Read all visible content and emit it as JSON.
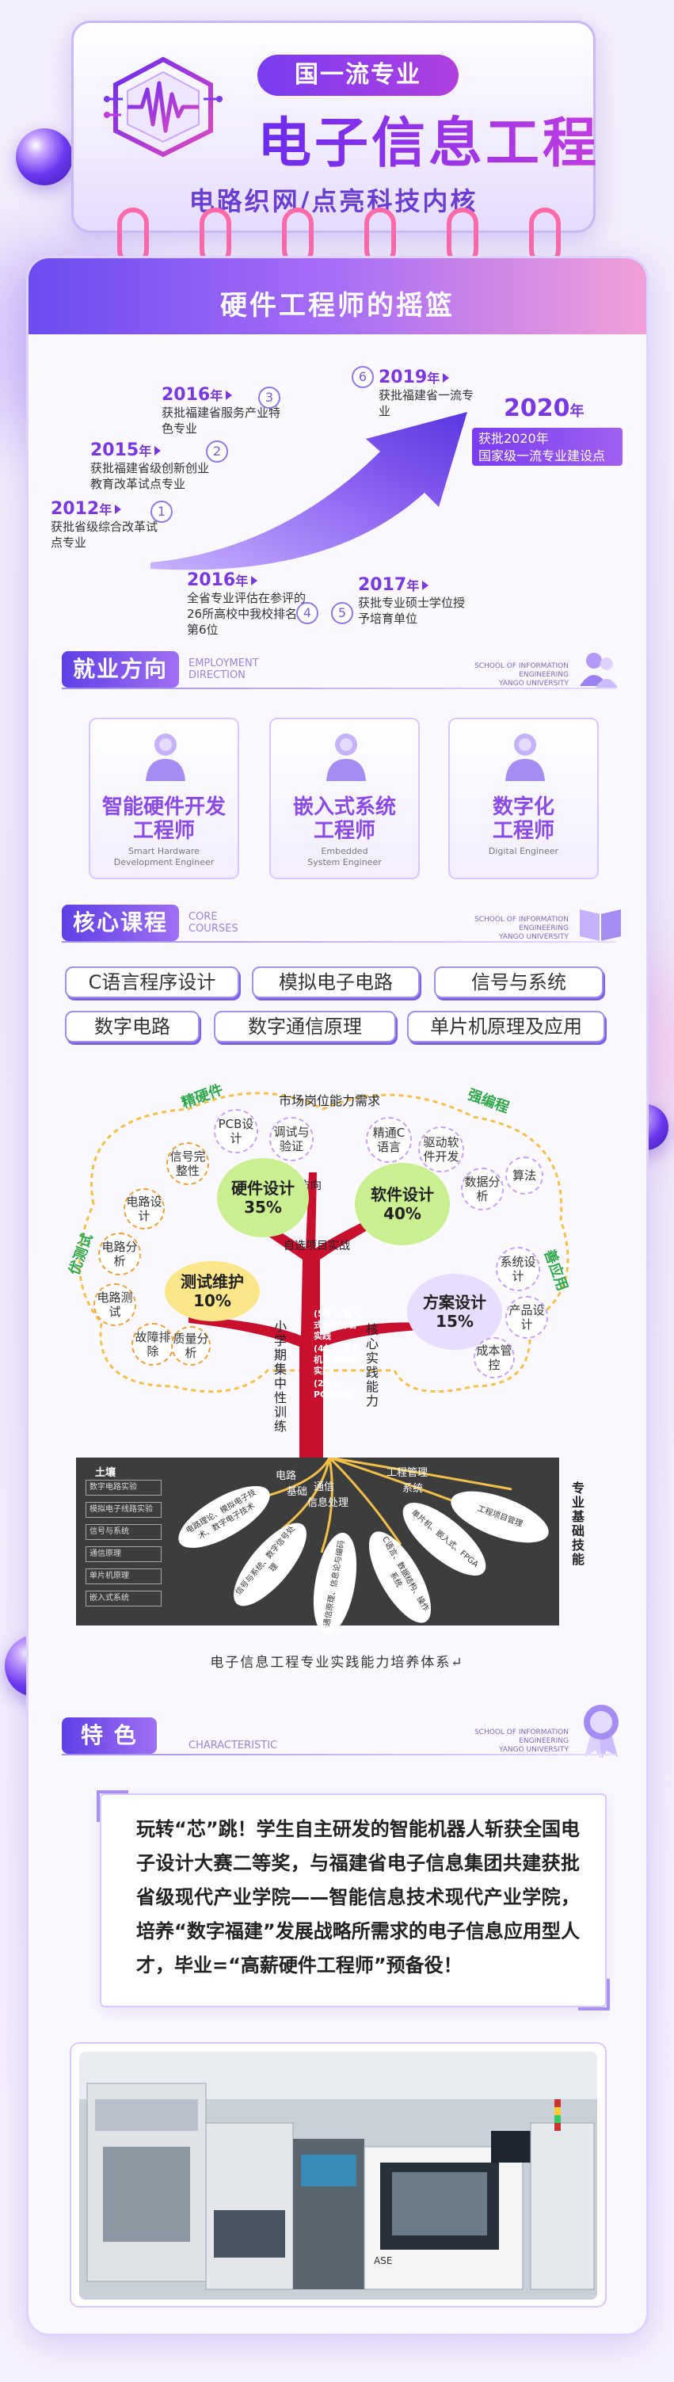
{
  "header": {
    "badge": "国一流专业",
    "title": "电子信息工程",
    "subtitle": "电路织网/点亮科技内核"
  },
  "intro": {
    "title": "硬件工程师的摇篮"
  },
  "timeline": {
    "items": [
      {
        "num": "1",
        "year": "2012",
        "unit": "年",
        "text": "获批省级综合改革试点专业"
      },
      {
        "num": "2",
        "year": "2015",
        "unit": "年",
        "text": "获批福建省级创新创业教育改革试点专业"
      },
      {
        "num": "3",
        "year": "2016",
        "unit": "年",
        "text": "获批福建省服务产业特色专业"
      },
      {
        "num": "4",
        "year": "2016",
        "unit": "年",
        "text": "全省专业评估在参评的26所高校中我校排名第6位"
      },
      {
        "num": "5",
        "year": "2017",
        "unit": "年",
        "text": "获批专业硕士学位授予培育单位"
      },
      {
        "num": "6",
        "year": "2019",
        "unit": "年",
        "text": "获批福建省一流专业"
      }
    ],
    "final": {
      "year": "2020",
      "unit": "年",
      "line1": "获批2020年",
      "line2": "国家级一流专业建设点"
    }
  },
  "school_tag": {
    "line1": "SCHOOL OF INFORMATION",
    "line2": "ENGINEERING",
    "line3": "YANGO UNIVERSITY"
  },
  "employment": {
    "heading": "就业方向",
    "en1": "EMPLOYMENT",
    "en2": "DIRECTION",
    "jobs": [
      {
        "line1": "智能硬件开发",
        "line2": "工程师",
        "en1": "Smart Hardware",
        "en2": "Development Engineer"
      },
      {
        "line1": "嵌入式系统",
        "line2": "工程师",
        "en1": "Embedded",
        "en2": "System Engineer"
      },
      {
        "line1": "数字化",
        "line2": "工程师",
        "en1": "Digital Engineer",
        "en2": ""
      }
    ]
  },
  "courses": {
    "heading": "核心课程",
    "en1": "CORE",
    "en2": "COURSES",
    "items": [
      "C语言程序设计",
      "模拟电子电路",
      "信号与系统",
      "数字电路",
      "数字通信原理",
      "单片机原理及应用"
    ]
  },
  "tree": {
    "market": "市场岗位能力需求",
    "jing_yingjian": "精硬件",
    "qiang_biancheng": "强编程",
    "xi_yingyong": "善应用",
    "you_ceshi": "优测试",
    "post_dir": "岗位方向",
    "self_project": "自选项目实战",
    "hw": {
      "name": "硬件设计",
      "pct": "35%"
    },
    "sw": {
      "name": "软件设计",
      "pct": "40%"
    },
    "test": {
      "name": "测试维护",
      "pct": "10%"
    },
    "plan": {
      "name": "方案设计",
      "pct": "15%"
    },
    "hw_leaves": [
      "PCB设计",
      "调试与验证",
      "信号完整性",
      "电路设计"
    ],
    "sw_leaves": [
      "精通C语言",
      "驱动软件开发",
      "数据分析",
      "算法"
    ],
    "test_leaves": [
      "电路分析",
      "电路测试",
      "故障排除",
      "质量分析"
    ],
    "plan_leaves": [
      "系统设计",
      "产品设计",
      "成本管控"
    ],
    "trunk_notes": [
      "(5年): 嵌入式系统综合实践",
      "(4年): 单片机系统综合实践",
      "(2年): PCB实训"
    ],
    "left_vertical": "小学期集中性训练",
    "right_vertical": "核心实践能力",
    "soil_title": "土壤",
    "soil_items": [
      "数字电路实验",
      "模拟电子线路实验",
      "信号与系统",
      "通信原理",
      "单片机原理",
      "嵌入式系统"
    ],
    "roots": [
      "电路",
      "基础",
      "通信",
      "信息处理",
      "工程管理",
      "系统"
    ],
    "petals": [
      "电路理论、模拟电子技术、数字电子技术",
      "信号与系统、数字信号处理",
      "通信原理、信息论与编码",
      "C语言、数据结构、操作系统",
      "单片机、嵌入式、FPGA",
      "工程项目管理"
    ],
    "base_vertical": "专业基础技能",
    "caption": "电子信息工程专业实践能力培养体系↵"
  },
  "feature": {
    "heading": "特  色",
    "en": "CHARACTERISTIC",
    "text": "玩转“芯”跳！学生自主研发的智能机器人斩获全国电子设计大赛二等奖，与福建省电子信息集团共建获批省级现代产业学院——智能信息技术现代产业学院，培养“数字福建”发展战略所需求的电子信息应用型人才，毕业=“高薪硬件工程师”预备役！"
  },
  "photo": {
    "machine_brand": "ASE"
  },
  "colors": {
    "primary": "#7a3cf0",
    "accent": "#c03ce0",
    "pink": "#ff6aa8",
    "green": "#2fa84a",
    "trunk": "#c8102e"
  }
}
